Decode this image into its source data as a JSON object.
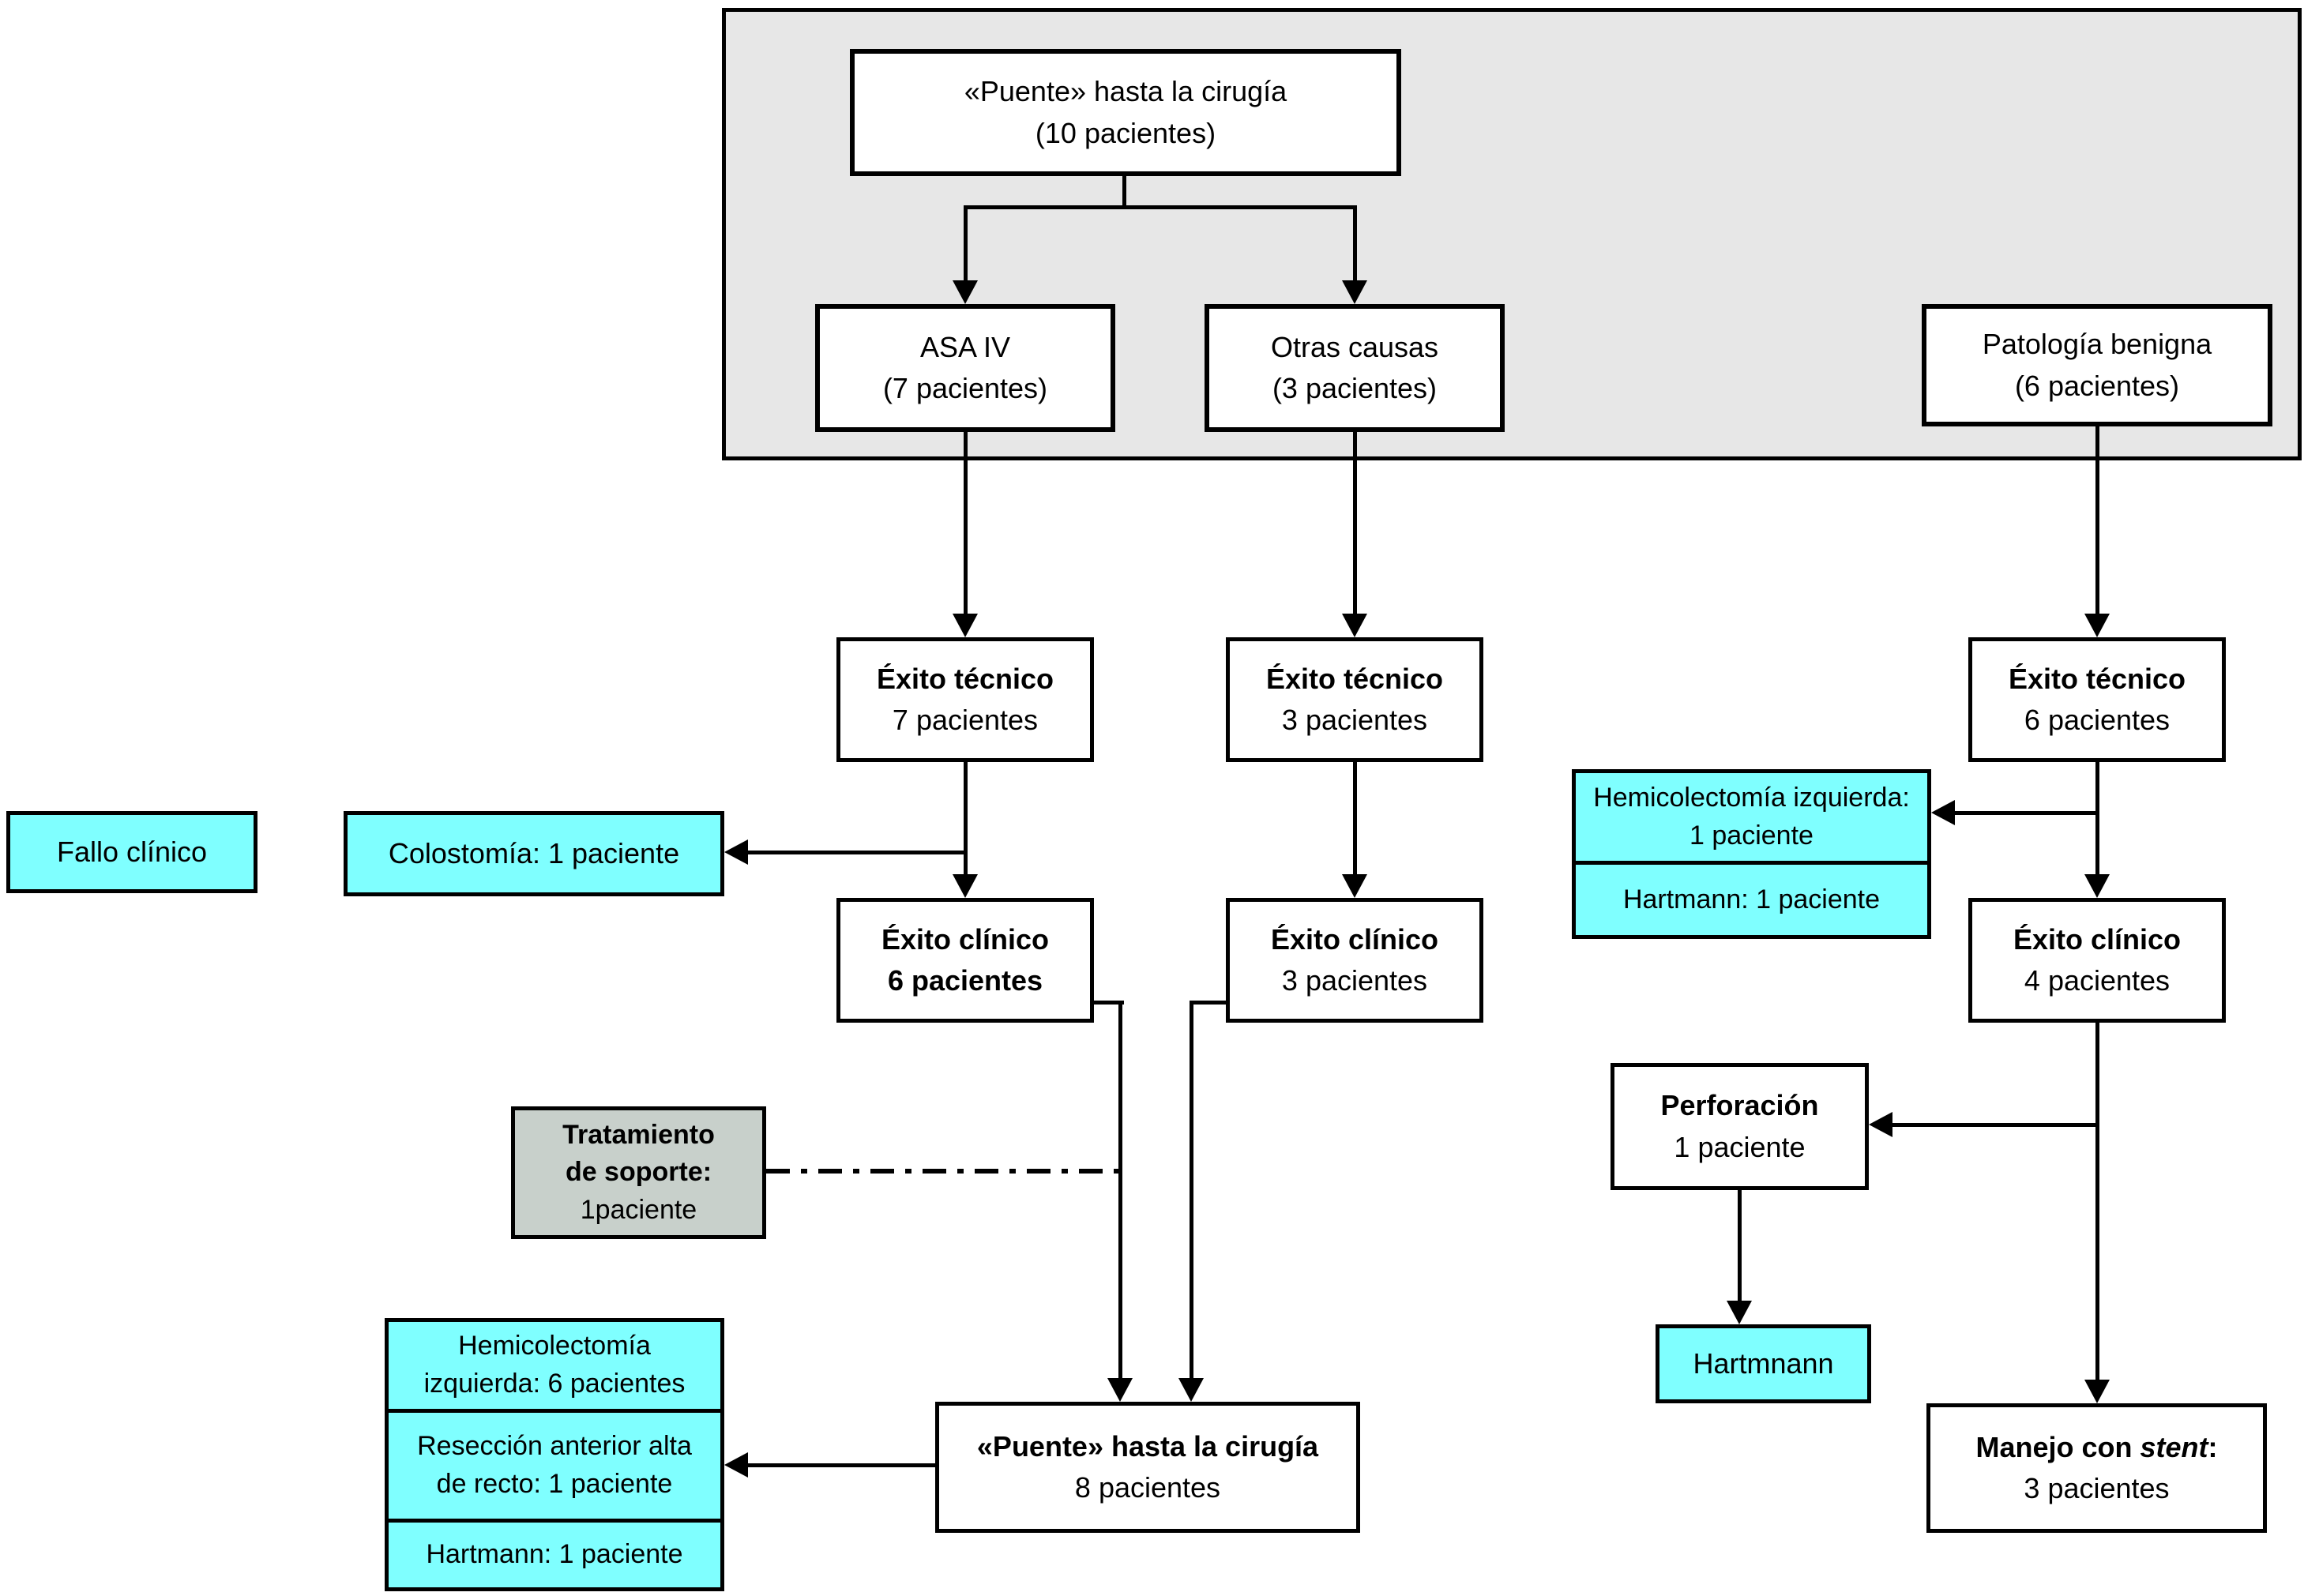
{
  "figure": {
    "colors": {
      "cyan": "#7FFFFF",
      "container_gray": "#E7E7E7",
      "support_gray": "#C8D0CB",
      "line": "#000000",
      "box_bg": "#FFFFFF"
    },
    "nodes": {
      "bridge_top": {
        "line1": "«Puente» hasta la cirugía",
        "line2": "(10 pacientes)"
      },
      "asa_iv": {
        "line1": "ASA IV",
        "line2": "(7 pacientes)"
      },
      "otras_causas": {
        "line1": "Otras causas",
        "line2": "(3 pacientes)"
      },
      "patologia_benigna": {
        "line1": "Patología benigna",
        "line2": "(6 pacientes)"
      },
      "exito_tecnico_asa": {
        "line1": "Éxito técnico",
        "line2": "7 pacientes"
      },
      "exito_tecnico_otras": {
        "line1": "Éxito técnico",
        "line2": "3 pacientes"
      },
      "exito_tecnico_benigna": {
        "line1": "Éxito técnico",
        "line2": "6 pacientes"
      },
      "fallo_clinico": {
        "line1": "Fallo clínico"
      },
      "colostomia": {
        "line1": "Colostomía: 1 paciente"
      },
      "hemicolectomia_hartmann_stack": {
        "cell1": "Hemicolectomía izquierda: 1 paciente",
        "cell2": "Hartmann: 1 paciente"
      },
      "exito_clinico_asa": {
        "line1": "Éxito clínico",
        "line2": "6 pacientes"
      },
      "exito_clinico_otras": {
        "line1": "Éxito clínico",
        "line2": "3 pacientes"
      },
      "exito_clinico_benigna": {
        "line1": "Éxito clínico",
        "line2": "4 pacientes"
      },
      "tratamiento_soporte": {
        "line1": "Tratamiento",
        "line2": "de soporte:",
        "line3": "1paciente"
      },
      "perforacion": {
        "line1": "Perforación",
        "line2": "1 paciente"
      },
      "hartmnann": {
        "line1": "Hartmnann"
      },
      "cirugia_stack": {
        "cell1": "Hemicolectomía izquierda: 6 pacientes",
        "cell2": "Resección anterior alta de recto: 1 paciente",
        "cell3": "Hartmann: 1 paciente"
      },
      "bridge_bottom": {
        "line1": "«Puente» hasta la cirugía",
        "line2": "8 pacientes"
      },
      "manejo_stent": {
        "line1_pre": "Manejo con ",
        "line1_italic": "stent",
        "line1_post": ":",
        "line2": "3 pacientes"
      }
    }
  }
}
